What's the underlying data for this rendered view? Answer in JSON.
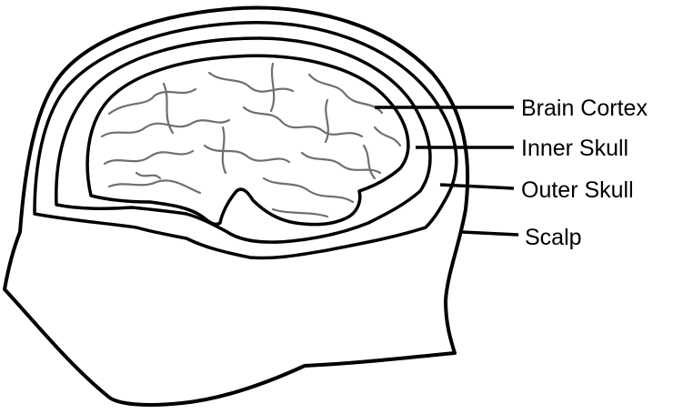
{
  "diagram": {
    "labels": {
      "brain_cortex": "Brain Cortex",
      "inner_skull": "Inner Skull",
      "outer_skull": "Outer Skull",
      "scalp": "Scalp"
    },
    "colors": {
      "background": "#ffffff",
      "scalp_fill": "#ffffff",
      "outer_skull_fill": "#e6e6e6",
      "inner_skull_fill": "#bdbdbd",
      "brain_fill": "#9e9e9e",
      "line": "#000000"
    }
  }
}
